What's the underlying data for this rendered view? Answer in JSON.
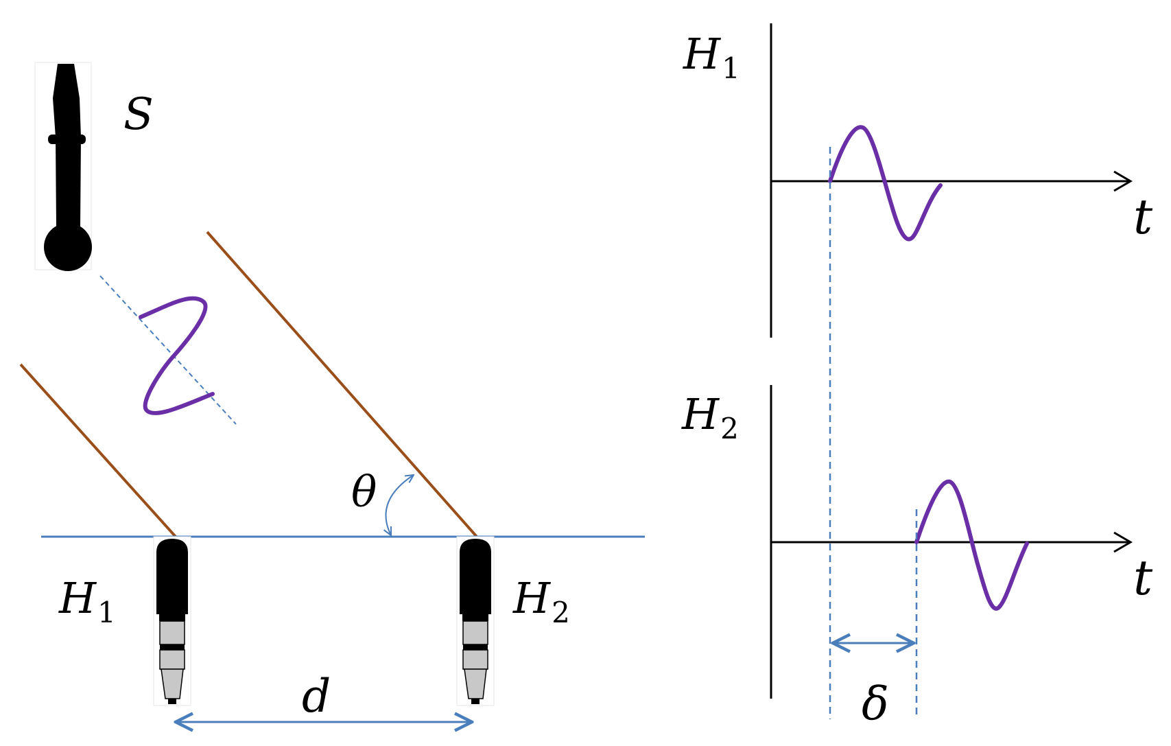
{
  "labels": {
    "source": "S",
    "hydrophone_1": {
      "base": "H",
      "sub": "1"
    },
    "hydrophone_2": {
      "base": "H",
      "sub": "2"
    },
    "angle": "θ",
    "spacing": "d",
    "delay": "δ",
    "plot_1": {
      "base": "H",
      "sub": "1"
    },
    "plot_2": {
      "base": "H",
      "sub": "2"
    },
    "time_axis_1": "t",
    "time_axis_2": "t"
  },
  "colors": {
    "ink": "#000000",
    "baseline": "#4a7ebb",
    "wavefront": "#9a4f1a",
    "signal": "#6a2fa6",
    "guide": "#4a7ebb",
    "device_gray": "#c8c8c8"
  }
}
